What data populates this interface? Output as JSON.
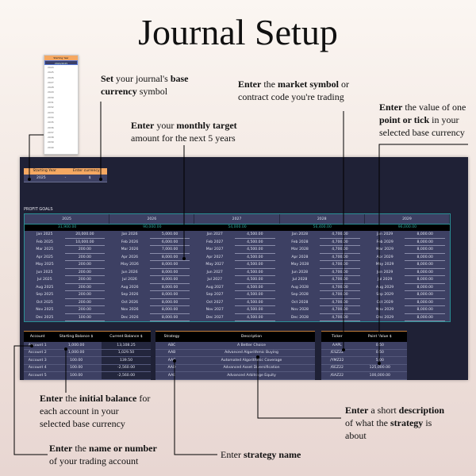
{
  "title": "Journal Setup",
  "annotations": {
    "currency": {
      "bold": "Set",
      "text1": " your journal's ",
      "bold2": "base currency",
      "text2": " symbol"
    },
    "monthly": {
      "bold": "Enter",
      "text1": " your ",
      "bold2": "monthly target",
      "text2": " amount for the next 5 years"
    },
    "market": {
      "bold": "Enter",
      "text1": " the ",
      "bold2": "market symbol",
      "text2": " or contract code you're trading"
    },
    "point": {
      "bold": "Enter",
      "text1": " the value of one ",
      "bold2": "point or tick",
      "text2": " in your selected base currency"
    },
    "balance": {
      "bold": "Enter",
      "text1": " the ",
      "bold2": "initial balance",
      "text2": " for each account in your selected base currency"
    },
    "account": {
      "bold": "Enter",
      "text1": " the ",
      "bold2": "name or number",
      "text2": " of your trading account"
    },
    "strategy": {
      "text1": "Enter ",
      "bold2": "strategy name"
    },
    "description": {
      "bold": "Enter",
      "text1": " a short ",
      "bold2": "description",
      "text2": " of what the ",
      "bold3": "strategy",
      "text3": " is about"
    }
  },
  "dropdown": {
    "header": "Starting Year",
    "selected": "2024/2025",
    "options": [
      "2024",
      "2025",
      "2026",
      "2027",
      "2028",
      "2029",
      "2030",
      "2031",
      "2032",
      "2033",
      "2034",
      "2035",
      "2036",
      "2037",
      "2038",
      "2039",
      "2040"
    ]
  },
  "settings": {
    "headers": [
      "Starting Year",
      "Enter currency"
    ],
    "starting_year": "2025",
    "separator": "-",
    "currency": "$"
  },
  "profit_goals": {
    "label": "PROFIT GOALS",
    "years": [
      {
        "year": "2025",
        "total": "31,900.00",
        "months": [
          [
            "Jan 2025",
            "20,000.00"
          ],
          [
            "Feb 2025",
            "10,000.00"
          ],
          [
            "Mar 2025",
            "200.00"
          ],
          [
            "Apr 2025",
            "200.00"
          ],
          [
            "May 2025",
            "200.00"
          ],
          [
            "Jun 2025",
            "200.00"
          ],
          [
            "Jul 2025",
            "200.00"
          ],
          [
            "Aug 2025",
            "200.00"
          ],
          [
            "Sep 2025",
            "200.00"
          ],
          [
            "Oct 2025",
            "200.00"
          ],
          [
            "Nov 2025",
            "200.00"
          ],
          [
            "Dec 2025",
            "100.00"
          ]
        ]
      },
      {
        "year": "2026",
        "total": "90,000.00",
        "months": [
          [
            "Jan 2026",
            "5,000.00"
          ],
          [
            "Feb 2026",
            "6,000.00"
          ],
          [
            "Mar 2026",
            "7,000.00"
          ],
          [
            "Apr 2026",
            "8,000.00"
          ],
          [
            "May 2026",
            "8,000.00"
          ],
          [
            "Jun 2026",
            "8,000.00"
          ],
          [
            "Jul 2026",
            "8,000.00"
          ],
          [
            "Aug 2026",
            "8,000.00"
          ],
          [
            "Sep 2026",
            "8,000.00"
          ],
          [
            "Oct 2026",
            "8,000.00"
          ],
          [
            "Nov 2026",
            "8,000.00"
          ],
          [
            "Dec 2026",
            "8,000.00"
          ]
        ]
      },
      {
        "year": "2027",
        "total": "54,000.00",
        "months": [
          [
            "Jan 2027",
            "4,500.00"
          ],
          [
            "Feb 2027",
            "4,500.00"
          ],
          [
            "Mar 2027",
            "4,500.00"
          ],
          [
            "Apr 2027",
            "4,500.00"
          ],
          [
            "May 2027",
            "4,500.00"
          ],
          [
            "Jun 2027",
            "4,500.00"
          ],
          [
            "Jul 2027",
            "4,500.00"
          ],
          [
            "Aug 2027",
            "4,500.00"
          ],
          [
            "Sep 2027",
            "4,500.00"
          ],
          [
            "Oct 2027",
            "4,500.00"
          ],
          [
            "Nov 2027",
            "4,500.00"
          ],
          [
            "Dec 2027",
            "4,500.00"
          ]
        ]
      },
      {
        "year": "2028",
        "total": "56,400.00",
        "months": [
          [
            "Jan 2028",
            "4,700.00"
          ],
          [
            "Feb 2028",
            "4,700.00"
          ],
          [
            "Mar 2028",
            "4,700.00"
          ],
          [
            "Apr 2028",
            "4,700.00"
          ],
          [
            "May 2028",
            "4,700.00"
          ],
          [
            "Jun 2028",
            "4,700.00"
          ],
          [
            "Jul 2028",
            "4,700.00"
          ],
          [
            "Aug 2028",
            "4,700.00"
          ],
          [
            "Sep 2028",
            "4,700.00"
          ],
          [
            "Oct 2028",
            "4,700.00"
          ],
          [
            "Nov 2028",
            "4,700.00"
          ],
          [
            "Dec 2028",
            "4,700.00"
          ]
        ]
      },
      {
        "year": "2029",
        "total": "96,000.00",
        "months": [
          [
            "Jan 2029",
            "8,000.00"
          ],
          [
            "Feb 2029",
            "8,000.00"
          ],
          [
            "Mar 2029",
            "8,000.00"
          ],
          [
            "Apr 2029",
            "8,000.00"
          ],
          [
            "May 2029",
            "8,000.00"
          ],
          [
            "Jun 2029",
            "8,000.00"
          ],
          [
            "Jul 2029",
            "8,000.00"
          ],
          [
            "Aug 2029",
            "8,000.00"
          ],
          [
            "Sep 2029",
            "8,000.00"
          ],
          [
            "Oct 2029",
            "8,000.00"
          ],
          [
            "Nov 2029",
            "8,000.00"
          ],
          [
            "Dec 2029",
            "8,000.00"
          ]
        ]
      }
    ]
  },
  "accounts": {
    "headers": [
      "Account",
      "Starting Balance $",
      "Current Balance $"
    ],
    "rows": [
      [
        "Account 1",
        "1,000.00",
        "13,108.25"
      ],
      [
        "Account 2",
        "1,000.00",
        "1,029.50"
      ],
      [
        "Account 3",
        "100.00",
        "139.50"
      ],
      [
        "Account 4",
        "100.00",
        "-2,560.00"
      ],
      [
        "Account 5",
        "100.00",
        "-2,560.00"
      ]
    ]
  },
  "strategies": {
    "headers": [
      "Strategy",
      "Description"
    ],
    "rows": [
      [
        "ABC",
        "A Better Choice"
      ],
      [
        "AAB",
        "Advanced Algorithmic Buying"
      ],
      [
        "AAC",
        "Automated Algorithmic Coverage"
      ],
      [
        "AAD",
        "Advanced Asset Diversification"
      ],
      [
        "AAE",
        "Advanced Arbitrage Equity"
      ]
    ]
  },
  "tickers": {
    "headers": [
      "Ticker",
      "Point Value $"
    ],
    "rows": [
      [
        "AAPL",
        "0.50"
      ],
      [
        "/ESZ22",
        "0.50"
      ],
      [
        "/YMZ22",
        "5.00"
      ],
      [
        "/6EZ22",
        "125,000.00"
      ],
      [
        "/6AZ22",
        "100,000.00"
      ]
    ]
  }
}
